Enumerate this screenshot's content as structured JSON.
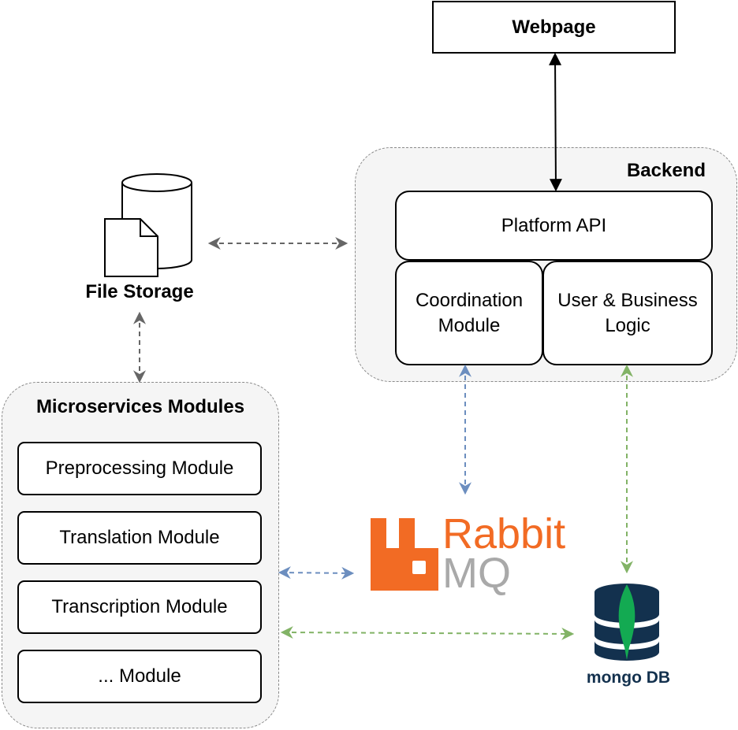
{
  "webpage": {
    "label": "Webpage"
  },
  "backend": {
    "title": "Backend",
    "platform_api": "Platform API",
    "coordination": "Coordination\nModule",
    "business": "User & Business\nLogic"
  },
  "file_storage": {
    "label": "File Storage"
  },
  "microservices": {
    "title": "Microservices Modules",
    "modules": [
      "Preprocessing Module",
      "Translation Module",
      "Transcription Module",
      "... Module"
    ]
  },
  "rabbitmq": {
    "line1": "Rabbit",
    "line2": "MQ"
  },
  "mongodb": {
    "label": "mongo DB"
  },
  "colors": {
    "gray_arrow": "#666666",
    "blue_arrow": "#6c8ebf",
    "green_arrow": "#82b366",
    "rabbit_orange": "#f26b24",
    "rabbit_gray": "#a9a9a9",
    "mongo_navy": "#13314e",
    "mongo_green": "#13aa52"
  },
  "icons": [
    "database-icon",
    "document-icon",
    "rabbitmq-logo",
    "mongodb-logo"
  ]
}
